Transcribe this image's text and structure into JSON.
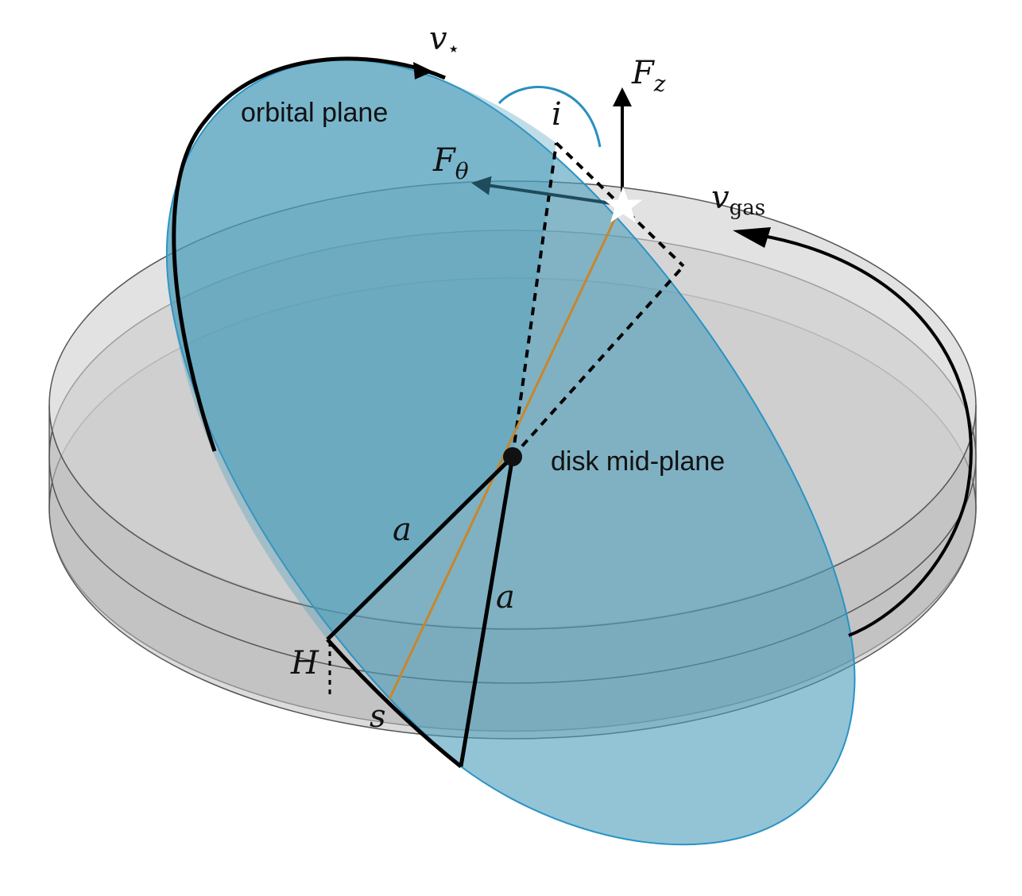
{
  "labels": {
    "orbital_plane": "orbital plane",
    "disk_mid_plane": "disk mid-plane",
    "v_star": "v",
    "v_star_sub": "⋆",
    "v_gas": "v",
    "v_gas_sub": "gas",
    "f_z": "F",
    "f_z_sub": "z",
    "f_theta": "F",
    "f_theta_sub": "θ",
    "inclination": "i",
    "semi_major_a_left": "a",
    "semi_major_a_right": "a",
    "height": "H",
    "arc_length": "s"
  },
  "colors": {
    "orbital_plane_fill": "#4a9dbb",
    "orbital_plane_edge": "#2a93c4",
    "disk_fill": "#b9b9b9",
    "disk_edge": "#555555",
    "force_theta": "#1f4b5c",
    "chord": "#c8862a",
    "inclination_arc": "#2a8fbf",
    "lines": "#000000"
  }
}
